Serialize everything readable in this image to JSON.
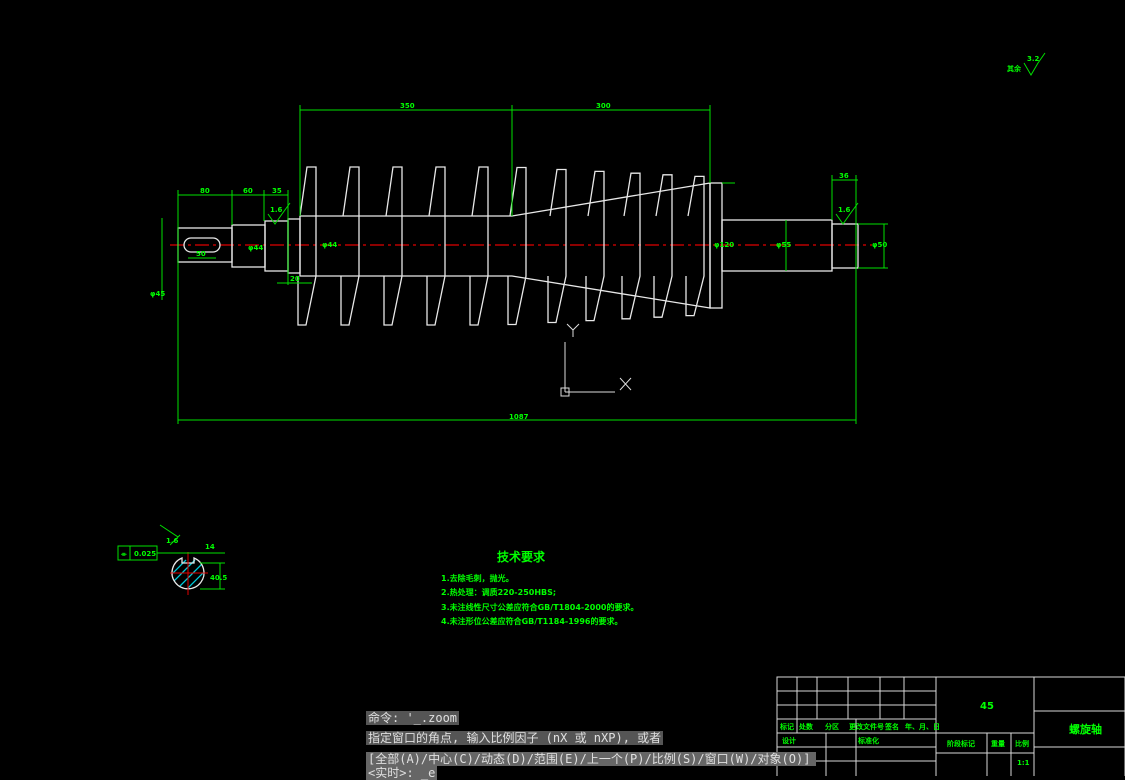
{
  "drawing": {
    "dimensions": {
      "d80": "80",
      "d60": "60",
      "d35": "35",
      "d20": "20",
      "d350": "350",
      "d300": "300",
      "d1087": "1087",
      "d36": "36",
      "key_len": "50",
      "rough_left": "1.6",
      "rough_right": "1.6",
      "phi_left": "φ45",
      "phi_core": "φ44",
      "phi_flange": "φ120",
      "phi_right": "φ55",
      "phi_end": "φ50"
    },
    "surface_finish_note": {
      "label": "其余",
      "value": "3.2"
    },
    "section": {
      "tolerance_value": "0.025",
      "symbol": "⌯",
      "rough": "1.6",
      "key_dim": "14",
      "depth": "40.5"
    },
    "tech_requirements": {
      "title": "技术要求",
      "items": [
        "1.去除毛刺，抛光。",
        "2.热处理：调质220-250HBS;",
        "3.未注线性尺寸公差应符合GB/T1804-2000的要求。",
        "4.未注形位公差应符合GB/T1184-1996的要求。"
      ]
    },
    "ucs": {
      "x_label": "X",
      "y_label": "Y"
    }
  },
  "title_block": {
    "material": "45",
    "part_name": "螺旋轴",
    "headers": [
      "标记",
      "处数",
      "分区",
      "更改文件号",
      "签名",
      "年、月、日"
    ],
    "design": "设计",
    "standardization": "标准化",
    "stage_mark": "阶段标记",
    "weight": "重量",
    "scale_label": "比例",
    "scale_value": "1:1"
  },
  "command_line": {
    "line1": "命令: '_.zoom",
    "line2": "指定窗口的角点, 输入比例因子 (nX 或 nXP), 或者",
    "line3": "[全部(A)/中心(C)/动态(D)/范围(E)/上一个(P)/比例(S)/窗口(W)/对象(O)]",
    "line4": "<实时>: _e"
  }
}
